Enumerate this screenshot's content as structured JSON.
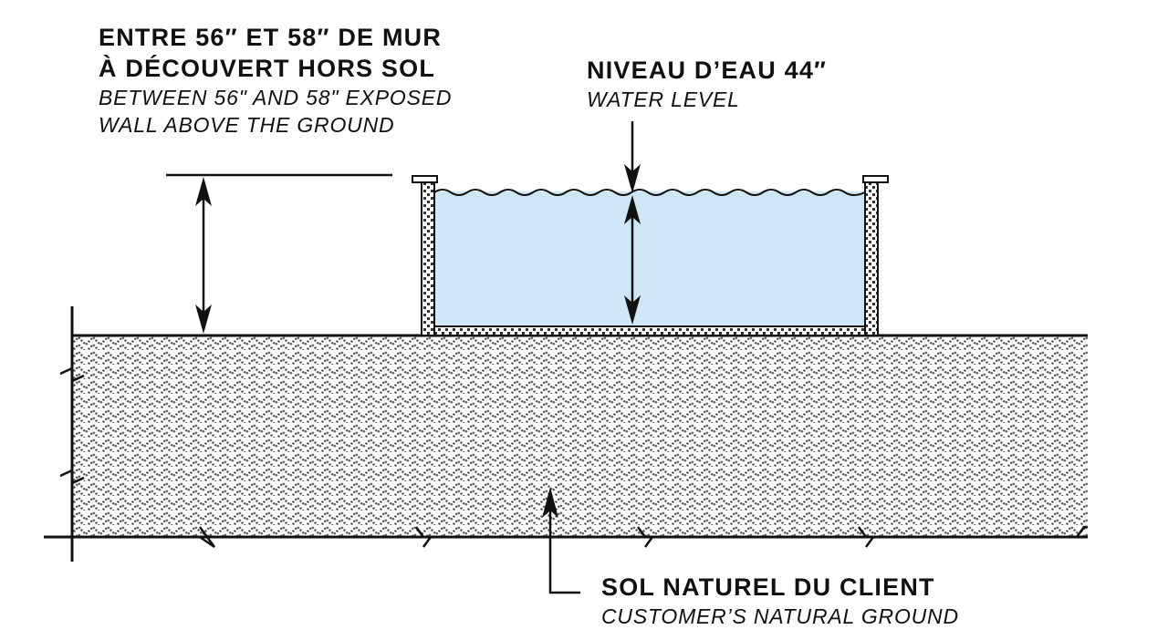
{
  "wall_label": {
    "fr_line1": "ENTRE 56″ ET 58″ DE MUR",
    "fr_line2": "À DÉCOUVERT HORS SOL",
    "en_line1": "BETWEEN 56\" AND 58\" EXPOSED",
    "en_line2": "WALL ABOVE THE GROUND"
  },
  "water_label": {
    "fr": "NIVEAU D’EAU 44″",
    "en": "WATER LEVEL"
  },
  "ground_label": {
    "fr": "SOL NATUREL DU CLIENT",
    "en": "CUSTOMER’S NATURAL GROUND"
  },
  "colors": {
    "water": "#cfe6f6",
    "line": "#111111",
    "hatch": "#5a5a5a",
    "background": "#ffffff"
  }
}
